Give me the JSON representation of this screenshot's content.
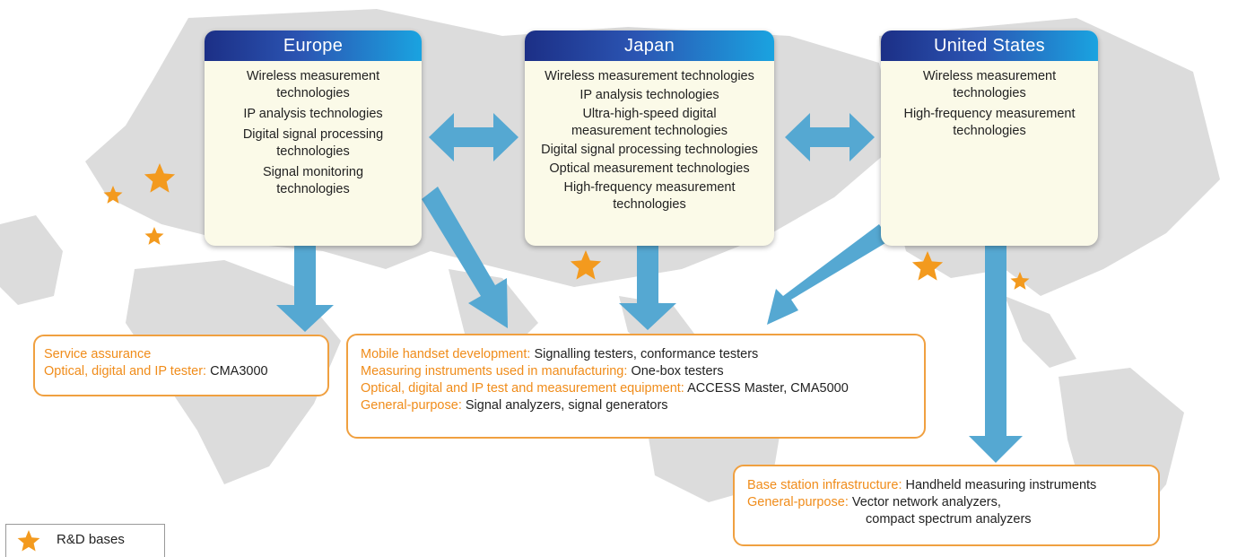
{
  "colors": {
    "map_gray": "#d9d9d9",
    "arrow_blue": "#55a8d2",
    "star_orange": "#f39a1e",
    "box_border_orange": "#f0a040",
    "category_orange": "#f08c1a",
    "header_dark_blue": "#1c2f86",
    "header_light_blue": "#1aa3e0",
    "hub_fill": "#fbfae8"
  },
  "hubs": [
    {
      "name": "Europe",
      "technologies": [
        "Wireless measurement technologies",
        "IP analysis technologies",
        "Digital signal processing technologies",
        "Signal monitoring technologies"
      ]
    },
    {
      "name": "Japan",
      "technologies": [
        "Wireless measurement technologies",
        "IP analysis technologies",
        "Ultra-high-speed digital measurement technologies",
        "Digital signal processing technologies",
        "Optical measurement technologies",
        "High-frequency measurement technologies"
      ]
    },
    {
      "name": "United States",
      "technologies": [
        "Wireless measurement technologies",
        "High-frequency measurement technologies"
      ]
    }
  ],
  "applications": {
    "europe": [
      {
        "category": "Service assurance",
        "products": ""
      },
      {
        "category": "Optical, digital and IP tester:",
        "products": "CMA3000"
      }
    ],
    "global": [
      {
        "category": "Mobile handset development:",
        "products": "Signalling testers, conformance testers"
      },
      {
        "category": "Measuring instruments used in manufacturing:",
        "products": "One-box testers"
      },
      {
        "category": "Optical, digital and IP test and measurement equipment:",
        "products": "ACCESS Master, CMA5000"
      },
      {
        "category": "General-purpose:",
        "products": "Signal analyzers, signal generators"
      }
    ],
    "us": [
      {
        "category": "Base station infrastructure:",
        "products": "Handheld measuring instruments"
      },
      {
        "category": "General-purpose:",
        "products": "Vector network analyzers,"
      },
      {
        "category": "",
        "products": "compact spectrum analyzers"
      }
    ]
  },
  "legend": {
    "label": "R&D bases",
    "icon": "star-icon"
  }
}
